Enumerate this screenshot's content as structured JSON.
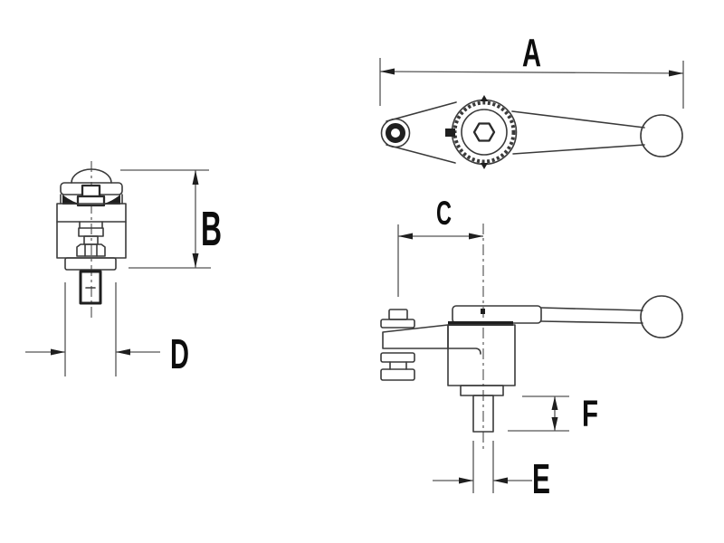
{
  "drawing": {
    "type": "engineering-line-drawing",
    "subject": "adjustable clamp lever, three orthographic views",
    "colors": {
      "background": "#ffffff",
      "object_line": "#3a3a3a",
      "dimension_line": "#555555",
      "dark_fill": "#1f1f1f",
      "label_text": "#0d0d0d"
    },
    "dimension_labels": {
      "A": "A",
      "B": "B",
      "C": "C",
      "D": "D",
      "E": "E",
      "F": "F"
    }
  }
}
